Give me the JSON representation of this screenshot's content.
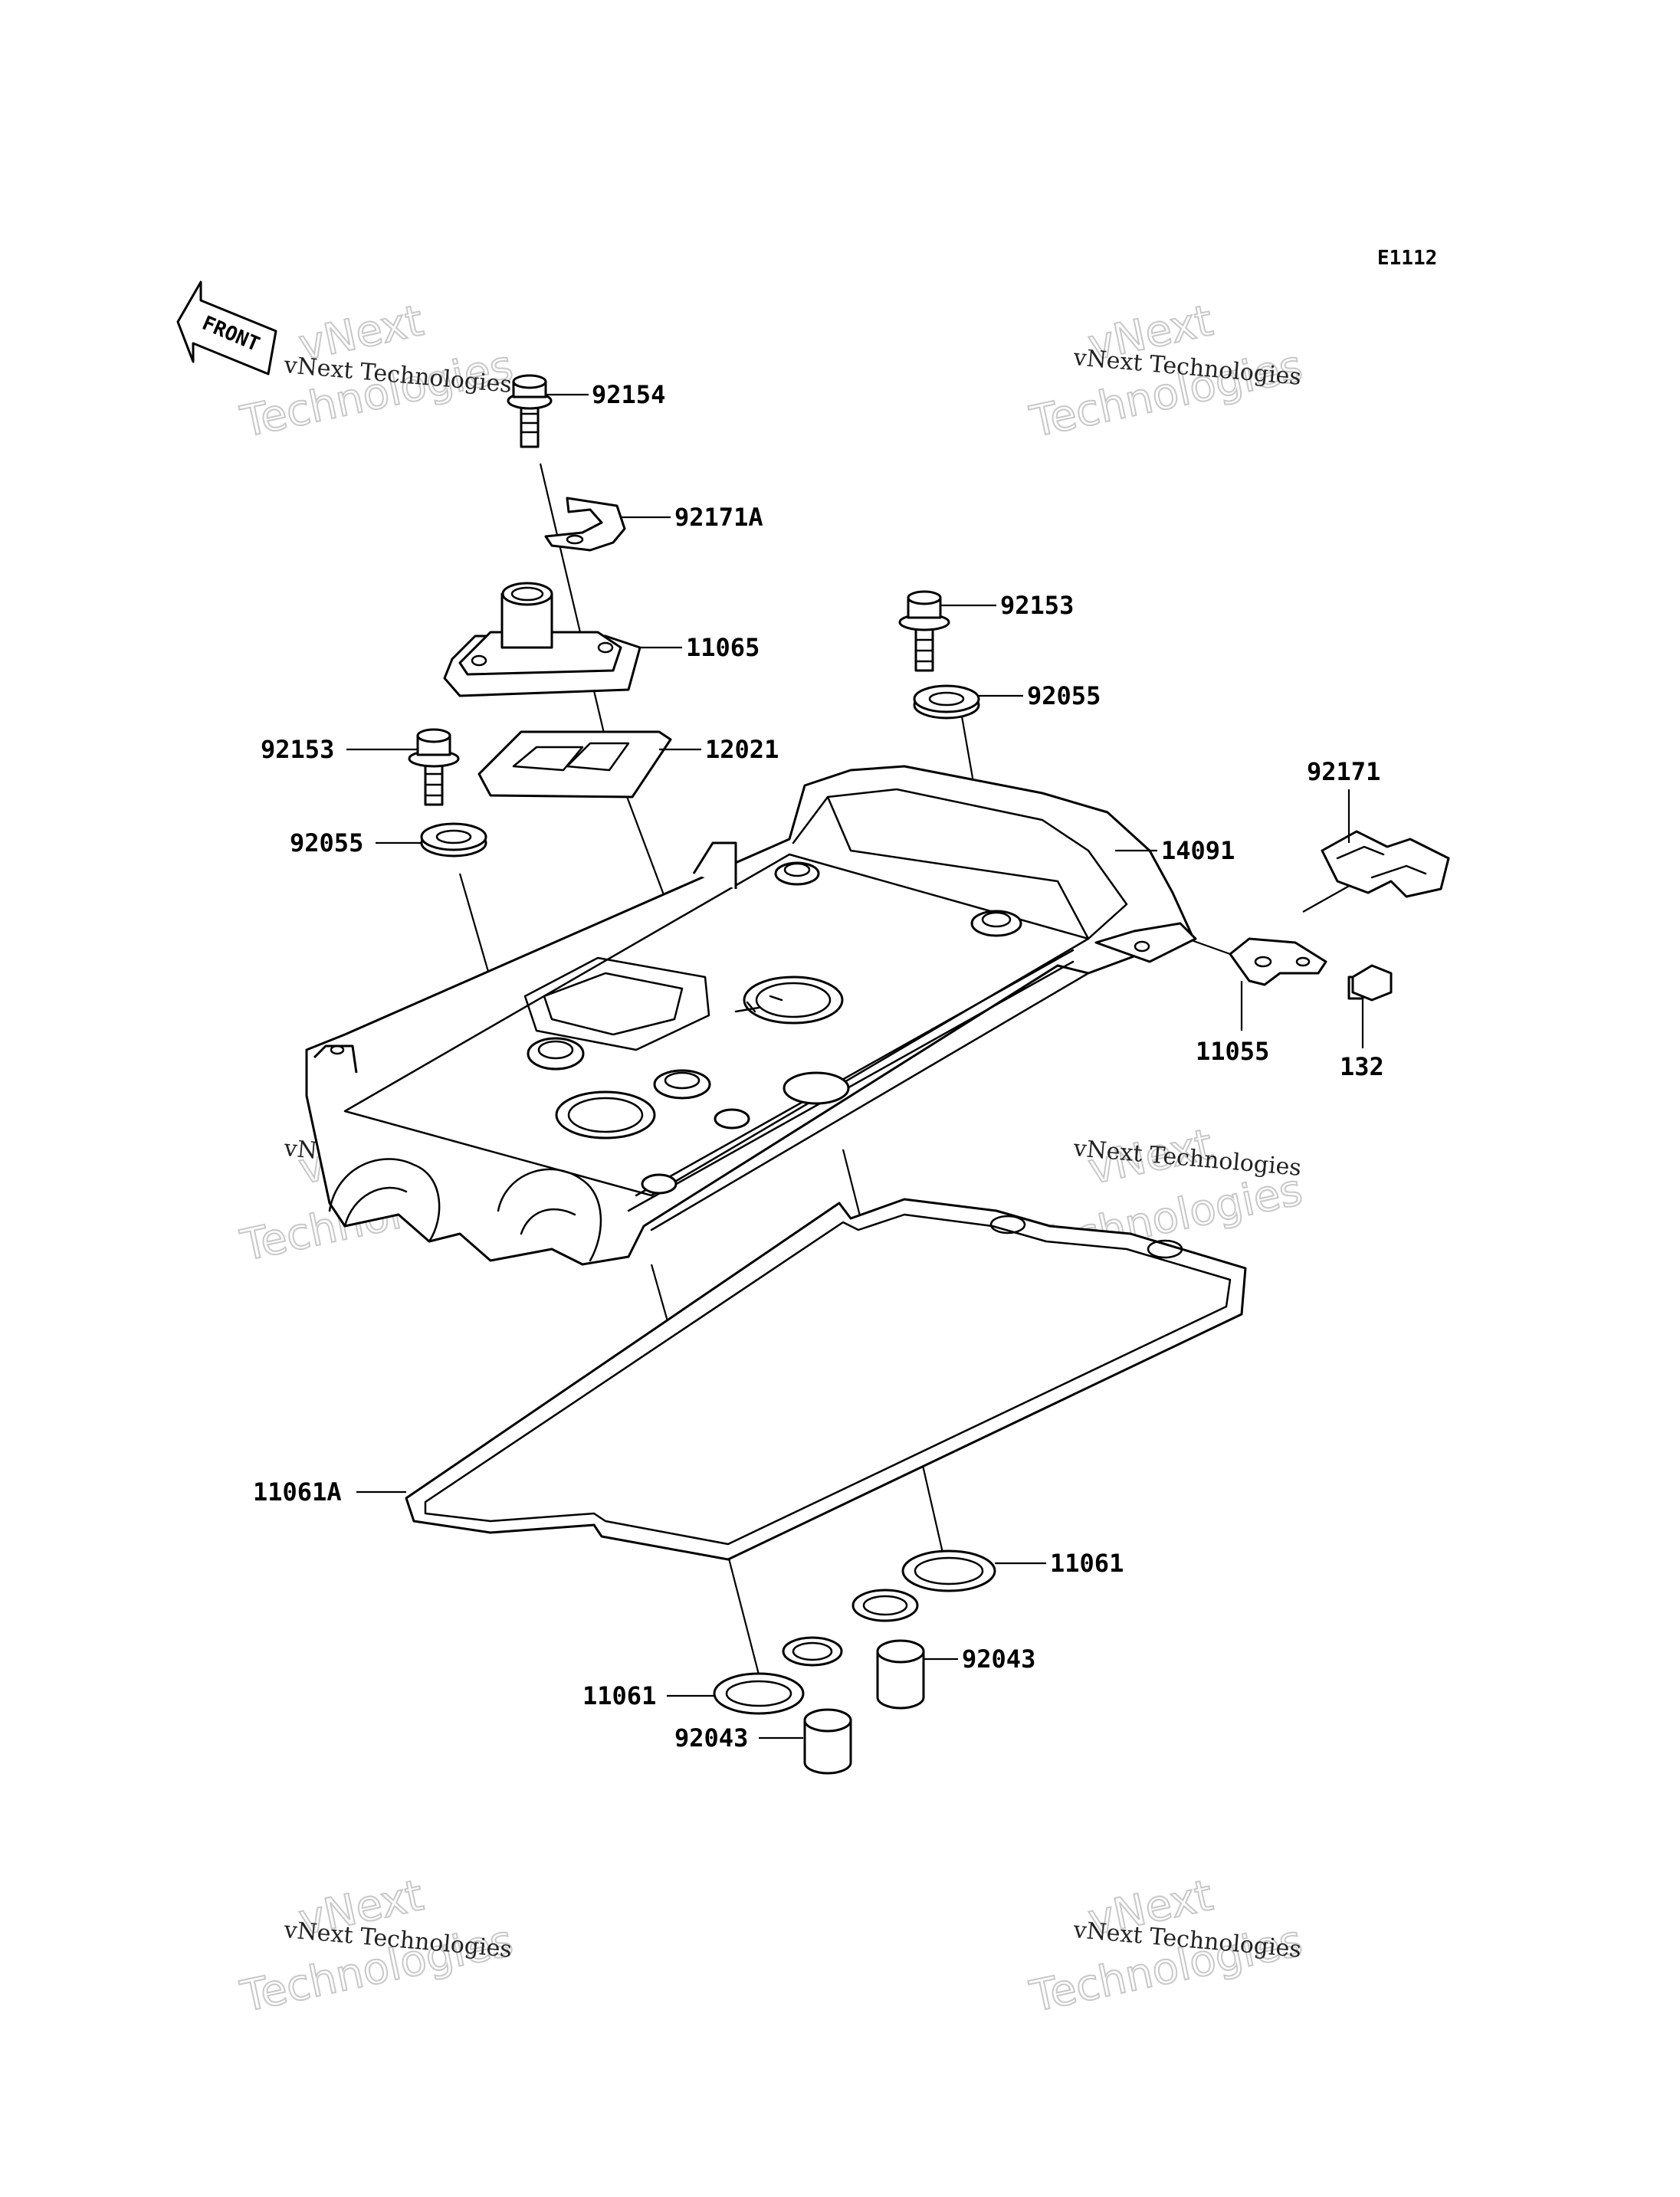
{
  "diagram_code": "E1112",
  "front_label": "FRONT",
  "watermark": {
    "small": "vNext Technologies",
    "big_top": "vNext",
    "big_bottom": "Technologies"
  },
  "parts": [
    {
      "id": "p-92154",
      "label": "92154"
    },
    {
      "id": "p-92171A",
      "label": "92171A"
    },
    {
      "id": "p-11065",
      "label": "11065"
    },
    {
      "id": "p-92153-r",
      "label": "92153"
    },
    {
      "id": "p-92055-r",
      "label": "92055"
    },
    {
      "id": "p-92153-l",
      "label": "92153"
    },
    {
      "id": "p-12021",
      "label": "12021"
    },
    {
      "id": "p-92055-l",
      "label": "92055"
    },
    {
      "id": "p-92171",
      "label": "92171"
    },
    {
      "id": "p-14091",
      "label": "14091"
    },
    {
      "id": "p-11055",
      "label": "11055"
    },
    {
      "id": "p-132",
      "label": "132"
    },
    {
      "id": "p-11061A",
      "label": "11061A"
    },
    {
      "id": "p-11061-r",
      "label": "11061"
    },
    {
      "id": "p-92043-r",
      "label": "92043"
    },
    {
      "id": "p-11061-l",
      "label": "11061"
    },
    {
      "id": "p-92043-l",
      "label": "92043"
    }
  ]
}
